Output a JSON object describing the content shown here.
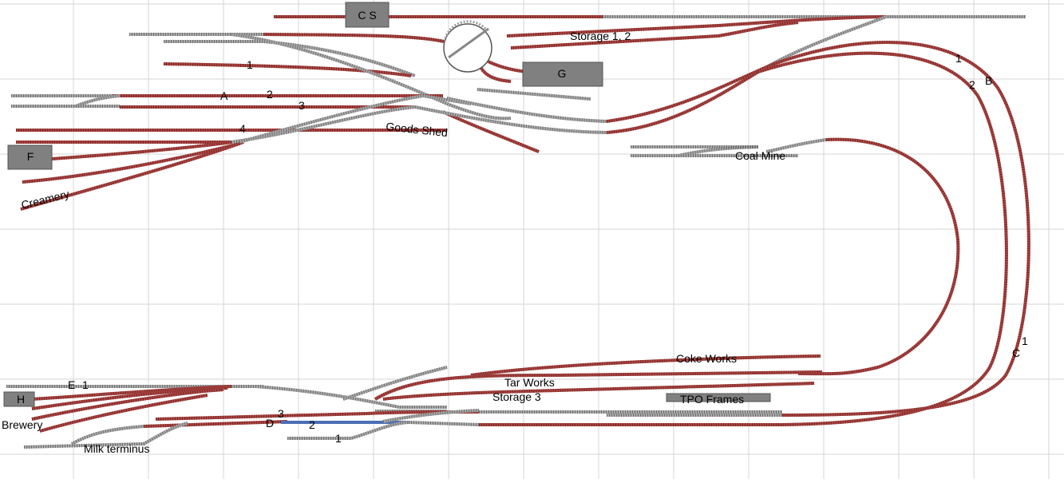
{
  "canvas": {
    "background": "#ffffff",
    "grid_color": "#d4d4d4"
  },
  "colors": {
    "track_active": "#a94442",
    "track_active_edge": "#7a2a28",
    "track_idle": "#a9a9a9",
    "track_idle_edge": "#6f6f6f",
    "track_selected": "#4a6fb5",
    "building": "#808080",
    "building_edge": "#555555"
  },
  "buildings": {
    "cs": "C S",
    "g": "G",
    "f": "F",
    "h": "H"
  },
  "labels": {
    "storage_12": "Storage 1, 2",
    "goods_shed": "Goods Shed",
    "creamery": "Creamery",
    "coal_mine": "Coal Mine",
    "coke_works": "Coke Works",
    "tar_works": "Tar Works",
    "storage_3": "Storage 3",
    "tpo_frames": "TPO Frames",
    "brewery": "Brewery",
    "milk_terminus": "Milk terminus",
    "loop_b": "B",
    "loop_c": "C",
    "loop_1_top": "1",
    "loop_2_top": "2",
    "loop_1_bottom": "1",
    "siding_a": "A",
    "siding_1": "1",
    "siding_2": "2",
    "siding_3": "3",
    "siding_4": "4",
    "siding_d": "D",
    "siding_e": "E",
    "siding_e1": "1",
    "low_1": "1",
    "low_2": "2",
    "low_3": "3"
  }
}
